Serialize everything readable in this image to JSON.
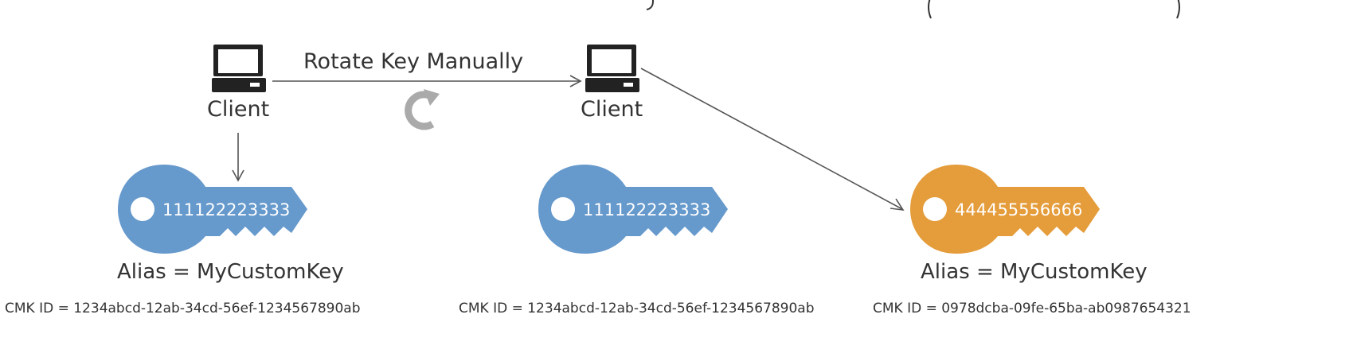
{
  "title_fragment": "…g… (…) …",
  "clients": [
    {
      "label": "Client",
      "icon": "laptop-icon"
    },
    {
      "label": "Client",
      "icon": "laptop-icon"
    }
  ],
  "rotate_label": "Rotate Key Manually",
  "rotate_icon": "rotate-arrow-icon",
  "keys": [
    {
      "number": "111122223333",
      "color": "#6699cc",
      "alias": "Alias = MyCustomKey",
      "cmk": "CMK ID = 1234abcd-12ab-34cd-56ef-1234567890ab"
    },
    {
      "number": "111122223333",
      "color": "#6699cc",
      "alias": "",
      "cmk": "CMK ID = 1234abcd-12ab-34cd-56ef-1234567890ab"
    },
    {
      "number": "444455556666",
      "color": "#e59c3a",
      "alias": "Alias = MyCustomKey",
      "cmk": "CMK ID = 0978dcba-09fe-65ba-ab0987654321"
    }
  ],
  "colors": {
    "line": "#555555",
    "rotate_icon": "#aaaaaa",
    "text": "#333333"
  }
}
